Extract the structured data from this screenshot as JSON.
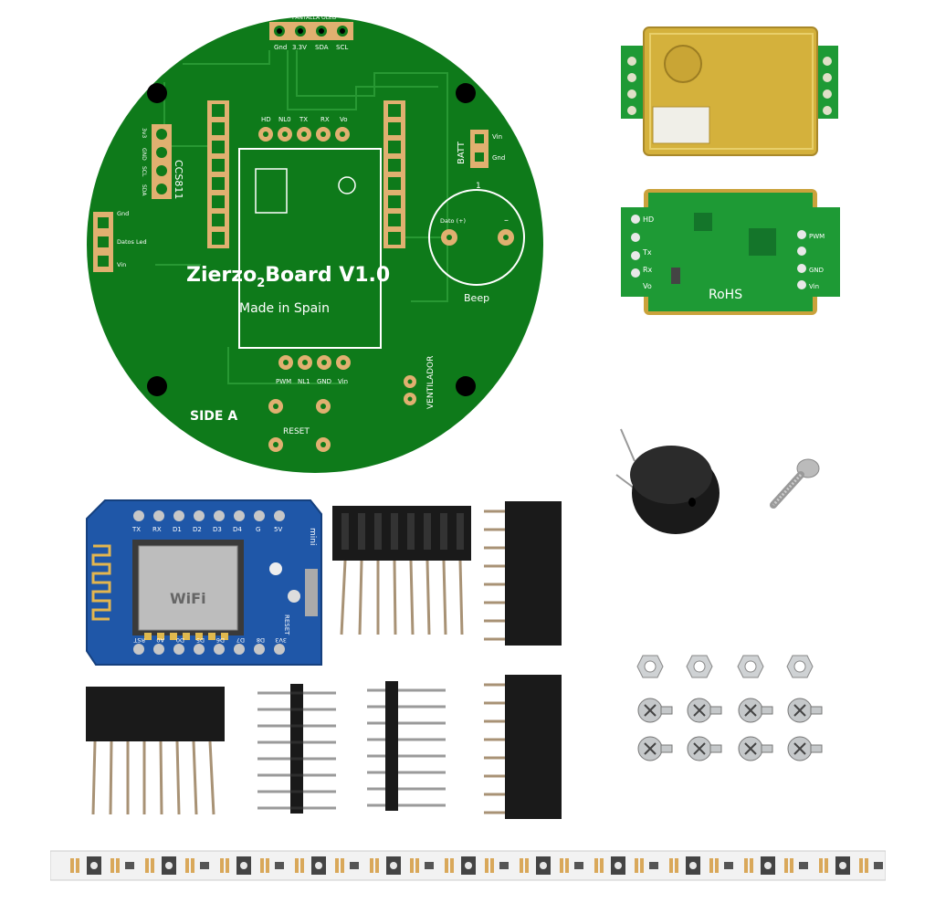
{
  "pcb": {
    "title": "Zierzo",
    "subscript": "2",
    "title_rest": "Board  V1.0",
    "subtitle": "Made in Spain",
    "side": "SIDE A",
    "oled_header": "PANTALLA OLED",
    "oled_pins": [
      "Gnd",
      "3.3V",
      "SDA",
      "SCL"
    ],
    "top_pins": [
      "HD",
      "NL0",
      "TX",
      "RX",
      "Vo"
    ],
    "bottom_pins": [
      "PWM",
      "NL1",
      "GND",
      "Vin"
    ],
    "left_pins": [
      "Gnd",
      "Datos Led",
      "Vin"
    ],
    "ccs_label": "CCS811",
    "ccs_pins": [
      "3v3",
      "GND",
      "SCL",
      "SDA"
    ],
    "batt_label": "BATT",
    "batt_pins": [
      "Vin",
      "Gnd"
    ],
    "beep_label": "Beep",
    "beep_pin": "Dato (+)",
    "beep_number": "1",
    "fan_label": "VENTILADOR",
    "reset_label": "RESET"
  },
  "sensor_back": {
    "left_pins": [
      "HD",
      "Tx",
      "Rx",
      "Vo"
    ],
    "right_pins": [
      "PWM",
      "GND",
      "Vin"
    ],
    "brand": "RoHS"
  },
  "d1mini": {
    "top_pins": [
      "TX",
      "RX",
      "D1",
      "D2",
      "D3",
      "D4",
      "G",
      "5V"
    ],
    "bottom_pins": [
      "RST",
      "A0",
      "D0",
      "D5",
      "D6",
      "D7",
      "D8",
      "3V3"
    ],
    "side_label": "mini",
    "reset_label": "RESET",
    "wifi": "WiFi"
  },
  "colors": {
    "pcb_green": "#0e7a1a",
    "sensor_gold": "#d4b13c",
    "d1_blue": "#1f57a8",
    "header_black": "#1a1a1a"
  }
}
